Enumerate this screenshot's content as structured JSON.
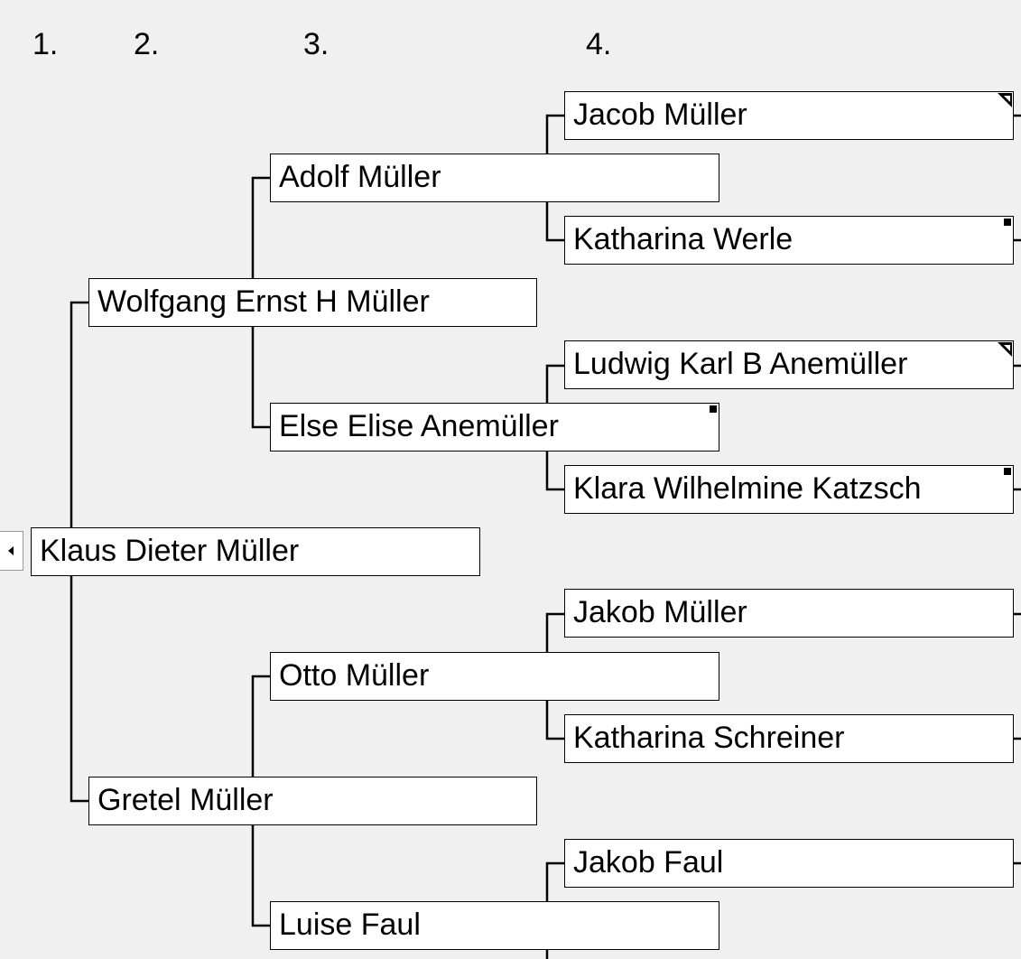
{
  "generations": [
    "1.",
    "2.",
    "3.",
    "4."
  ],
  "tree": {
    "root": "Klaus Dieter Müller",
    "gen2": [
      "Wolfgang Ernst H Müller",
      "Gretel Müller"
    ],
    "gen3": [
      "Adolf Müller",
      "Else Elise Anemüller",
      "Otto Müller",
      "Luise Faul"
    ],
    "gen4": [
      "Jacob Müller",
      "Katharina Werle",
      "Ludwig Karl B Anemüller",
      "Klara Wilhelmine Katzsch",
      "Jakob Müller",
      "Katharina Schreiner",
      "Jakob Faul"
    ]
  },
  "markers": {
    "gen4_0": "note-corner-icon",
    "gen4_1": "square-marker-icon",
    "gen4_2": "note-corner-icon",
    "gen4_3": "square-marker-icon",
    "gen3_1": "square-marker-icon"
  },
  "collapse_button": "arrow-left-icon"
}
